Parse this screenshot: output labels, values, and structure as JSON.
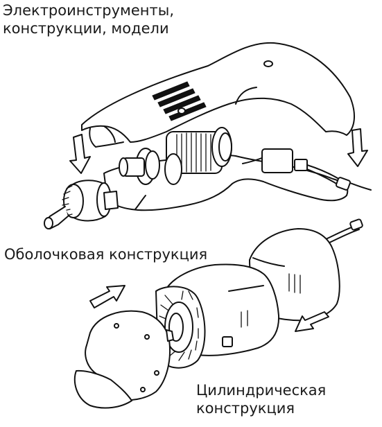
{
  "title": {
    "line1": "Электроинструменты,",
    "line2": "конструкции, модели"
  },
  "labels": {
    "shell": "Оболочковая конструкция",
    "cylindrical_line1": "Цилиндрическая",
    "cylindrical_line2": "конструкция"
  },
  "colors": {
    "line": "#111111",
    "background": "#ffffff"
  },
  "icons": [
    "drill-illustration",
    "angle-grinder-illustration",
    "arrow-down-icon",
    "arrow-up-right-icon",
    "arrow-left-icon"
  ]
}
